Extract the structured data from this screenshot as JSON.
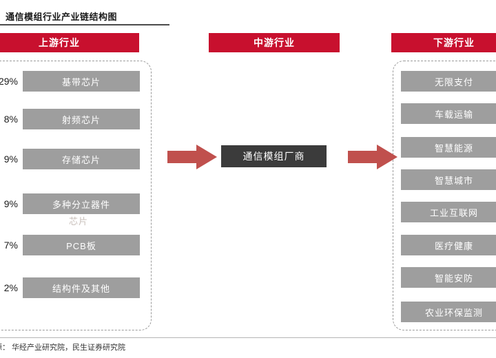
{
  "title": "通信模组行业产业链结构图",
  "sections": {
    "upstream": "上游行业",
    "midstream": "中游行业",
    "downstream": "下游行业"
  },
  "upstream_items": [
    {
      "label": "基带芯片",
      "pct": "29%"
    },
    {
      "label": "射频芯片",
      "pct": "8%"
    },
    {
      "label": "存储芯片",
      "pct": "9%"
    },
    {
      "label": "多种分立器件",
      "pct": "9%"
    },
    {
      "label": "PCB板",
      "pct": "7%"
    },
    {
      "label": "结构件及其他",
      "pct": "2%"
    }
  ],
  "midstream_node": "通信模组厂商",
  "downstream_items": [
    {
      "label": "无限支付"
    },
    {
      "label": "车载运输"
    },
    {
      "label": "智慧能源"
    },
    {
      "label": "智慧城市"
    },
    {
      "label": "工业互联网"
    },
    {
      "label": "医疗健康"
    },
    {
      "label": "智能安防"
    },
    {
      "label": "农业环保监测"
    }
  ],
  "stray_label": "芯片",
  "source": "源： 华经产业研究院，民生证券研究院",
  "colors": {
    "header_red": "#c8102e",
    "item_grey": "#9e9e9e",
    "mid_dark": "#3b3b3b",
    "arrow_red": "#c0504d",
    "dash_grey": "#9a9a9a"
  }
}
